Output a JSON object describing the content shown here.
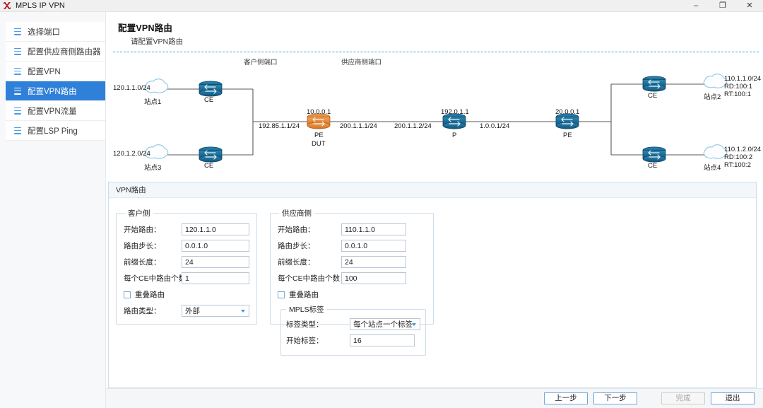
{
  "window": {
    "title": "MPLS IP VPN",
    "icon": "app-logo-icon",
    "minimize": "–",
    "maximize": "❐",
    "close": "✕"
  },
  "sidebar": {
    "items": [
      {
        "label": "选择端口",
        "active": false
      },
      {
        "label": "配置供应商侧路由器",
        "active": false
      },
      {
        "label": "配置VPN",
        "active": false
      },
      {
        "label": "配置VPN路由",
        "active": true
      },
      {
        "label": "配置VPN流量",
        "active": false
      },
      {
        "label": "配置LSP Ping",
        "active": false
      }
    ]
  },
  "header": {
    "title": "配置VPN路由",
    "subtitle": "请配置VPN路由"
  },
  "diagram": {
    "port_labels": {
      "customer": "客户侧端口",
      "provider": "供应商侧端口"
    },
    "nodes": {
      "site1": {
        "name": "站点1",
        "subnet": "120.1.1.0/24"
      },
      "site3": {
        "name": "站点3",
        "subnet": "120.1.2.0/24"
      },
      "site2": {
        "name": "站点2",
        "subnet": "110.1.1.0/24",
        "rd": "RD:100:1",
        "rt": "RT:100:1"
      },
      "site4": {
        "name": "站点4",
        "subnet": "110.1.2.0/24",
        "rd": "RD:100:2",
        "rt": "RT:100:2"
      },
      "ce_left_top": "CE",
      "ce_left_bottom": "CE",
      "ce_right_top": "CE",
      "ce_right_bottom": "CE",
      "pe_dut": {
        "label": "PE",
        "sublabel": "DUT",
        "ip": "10.0.0.1"
      },
      "p": {
        "label": "P",
        "ip": "192.0.1.1"
      },
      "pe_right": {
        "label": "PE",
        "ip": "20.0.0.1"
      }
    },
    "link_labels": {
      "ce_to_pe": "192.85.1.1/24",
      "pe_to_p_left": "200.1.1.1/24",
      "pe_to_p_right": "200.1.1.2/24",
      "p_to_pe": "1.0.0.1/24"
    }
  },
  "vpn_panel": {
    "title": "VPN路由",
    "customer": {
      "legend": "客户侧",
      "start_route_label": "开始路由：",
      "start_route_value": "120.1.1.0",
      "route_step_label": "路由步长：",
      "route_step_value": "0.0.1.0",
      "prefix_len_label": "前缀长度：",
      "prefix_len_value": "24",
      "routes_per_ce_label": "每个CE中路由个数：",
      "routes_per_ce_value": "1",
      "overlap_label": "重叠路由",
      "overlap_checked": false,
      "route_type_label": "路由类型：",
      "route_type_value": "外部"
    },
    "provider": {
      "legend": "供应商侧",
      "start_route_label": "开始路由：",
      "start_route_value": "110.1.1.0",
      "route_step_label": "路由步长：",
      "route_step_value": "0.0.1.0",
      "prefix_len_label": "前缀长度：",
      "prefix_len_value": "24",
      "routes_per_ce_label": "每个CE中路由个数：",
      "routes_per_ce_value": "100",
      "overlap_label": "重叠路由",
      "overlap_checked": false,
      "mpls_legend": "MPLS标签",
      "label_type_label": "标签类型：",
      "label_type_value": "每个站点一个标签",
      "start_label_label": "开始标签：",
      "start_label_value": "16"
    }
  },
  "footer": {
    "prev": "上一步",
    "next": "下一步",
    "finish": "完成",
    "exit": "退出"
  },
  "colors": {
    "accent": "#2f80d9",
    "router_blue": "#1f6e99",
    "router_orange": "#e08a3c",
    "dashed_blue": "#2f9fe0"
  }
}
